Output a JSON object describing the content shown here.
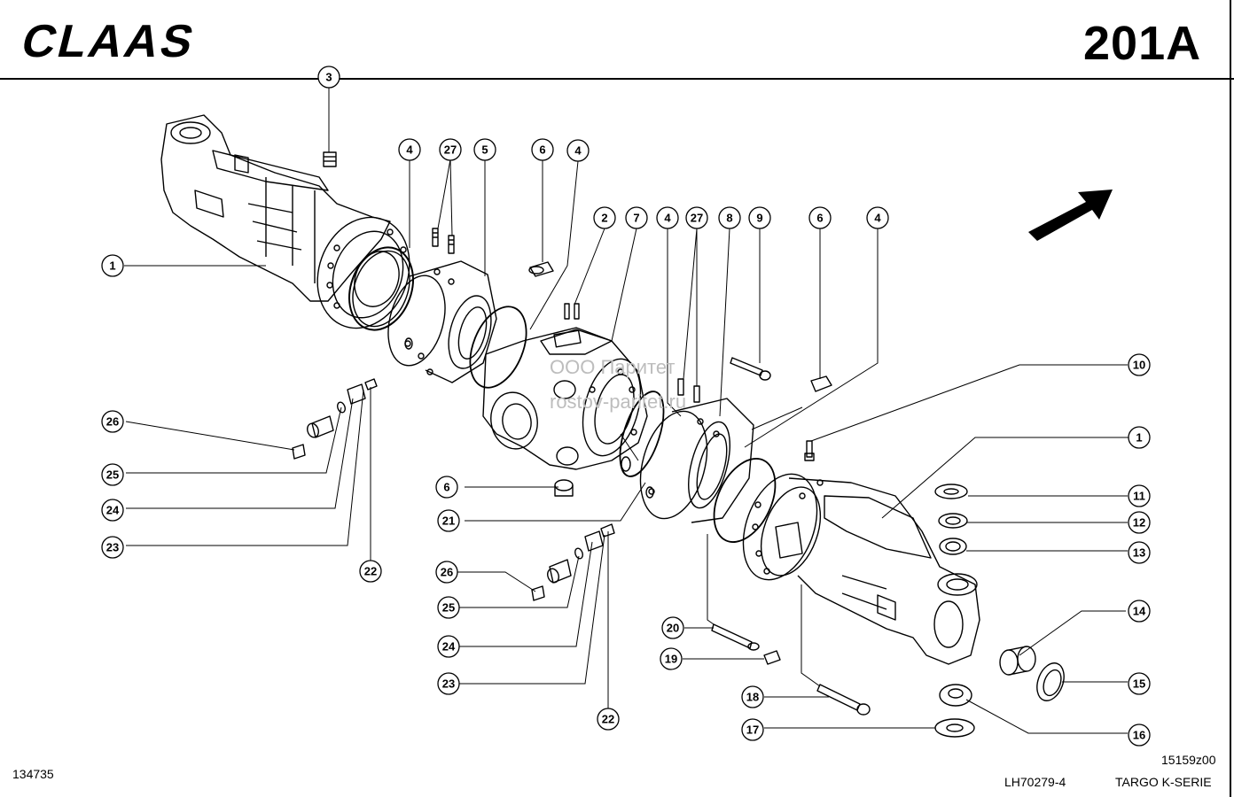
{
  "header": {
    "brand": "CLAAS",
    "doc_number": "201A"
  },
  "footer": {
    "left_code": "134735",
    "drawing_ref": "15159z00",
    "part_ref": "LH70279-4",
    "series": "TARGO K-SERIE"
  },
  "watermark": {
    "line1": "ООО Паритет",
    "line2": "rostov-paritet.ru"
  },
  "callouts": [
    {
      "n": "1"
    },
    {
      "n": "1"
    },
    {
      "n": "2"
    },
    {
      "n": "3"
    },
    {
      "n": "4"
    },
    {
      "n": "4"
    },
    {
      "n": "4"
    },
    {
      "n": "4"
    },
    {
      "n": "5"
    },
    {
      "n": "6"
    },
    {
      "n": "6"
    },
    {
      "n": "6"
    },
    {
      "n": "7"
    },
    {
      "n": "8"
    },
    {
      "n": "9"
    },
    {
      "n": "10"
    },
    {
      "n": "11"
    },
    {
      "n": "12"
    },
    {
      "n": "13"
    },
    {
      "n": "14"
    },
    {
      "n": "15"
    },
    {
      "n": "16"
    },
    {
      "n": "17"
    },
    {
      "n": "18"
    },
    {
      "n": "19"
    },
    {
      "n": "20"
    },
    {
      "n": "21"
    },
    {
      "n": "22"
    },
    {
      "n": "22"
    },
    {
      "n": "23"
    },
    {
      "n": "23"
    },
    {
      "n": "24"
    },
    {
      "n": "24"
    },
    {
      "n": "25"
    },
    {
      "n": "25"
    },
    {
      "n": "26"
    },
    {
      "n": "26"
    },
    {
      "n": "27"
    },
    {
      "n": "27"
    }
  ],
  "icons": {
    "direction": "arrow-up-right-icon"
  }
}
